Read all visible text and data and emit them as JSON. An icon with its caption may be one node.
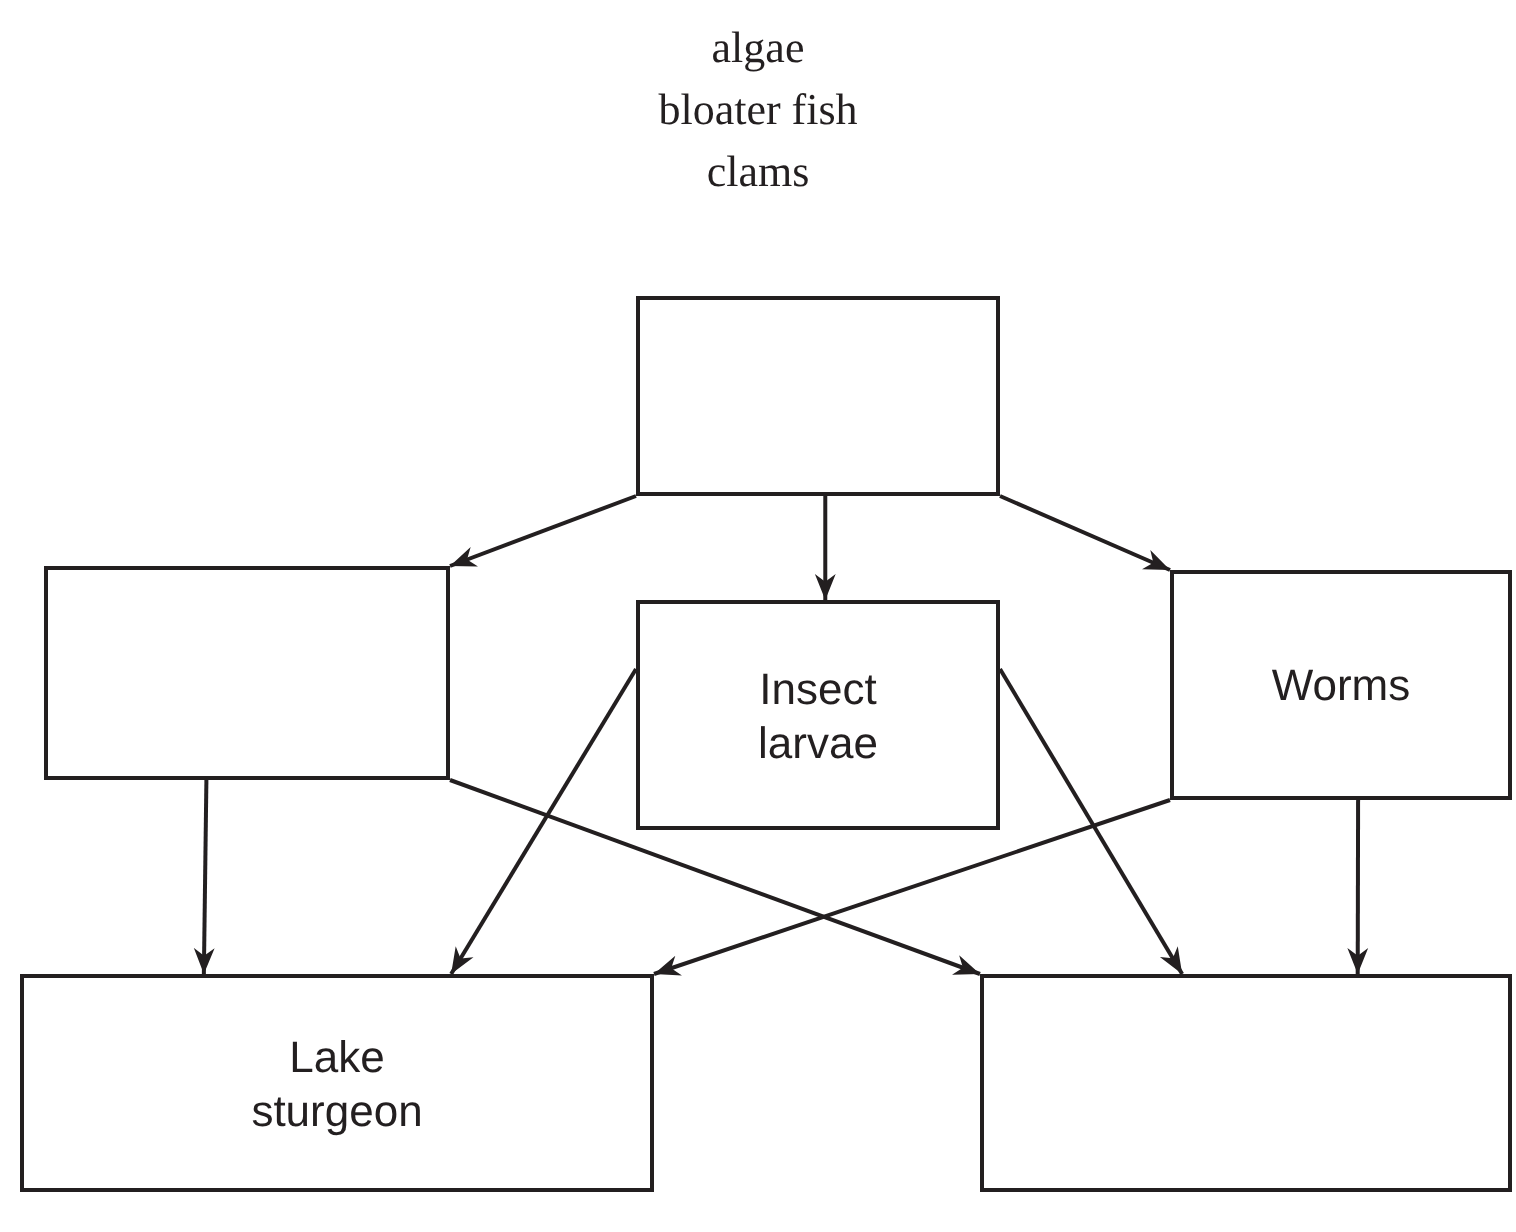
{
  "diagram": {
    "nodes": [
      {
        "text": [],
        "shape": "box"
      },
      {
        "text": [],
        "shape": "box"
      },
      {
        "text": [
          "Insect larvae"
        ]
      },
      {
        "text": [
          "Worms"
        ]
      },
      {
        "text": [
          "Lake sturgeon"
        ]
      },
      {
        "text": [],
        "shape": "box"
      }
    ],
    "edges": [
      {
        "from": 0,
        "to": 1,
        "arrow": "to"
      },
      {
        "from": 0,
        "to": 2,
        "arrow": "to"
      },
      {
        "from": 0,
        "to": 3,
        "arrow": "to"
      },
      {
        "from": 1,
        "to": 4,
        "arrow": "to"
      },
      {
        "from": 1,
        "to": 5,
        "arrow": "to"
      },
      {
        "from": 2,
        "to": 4,
        "arrow": "to"
      },
      {
        "from": 2,
        "to": 5,
        "arrow": "to"
      },
      {
        "from": 3,
        "to": 4,
        "arrow": "to"
      },
      {
        "from": 3,
        "to": 5,
        "arrow": "to"
      }
    ],
    "labels": [
      "algae",
      "bloater fish",
      "clams"
    ]
  }
}
